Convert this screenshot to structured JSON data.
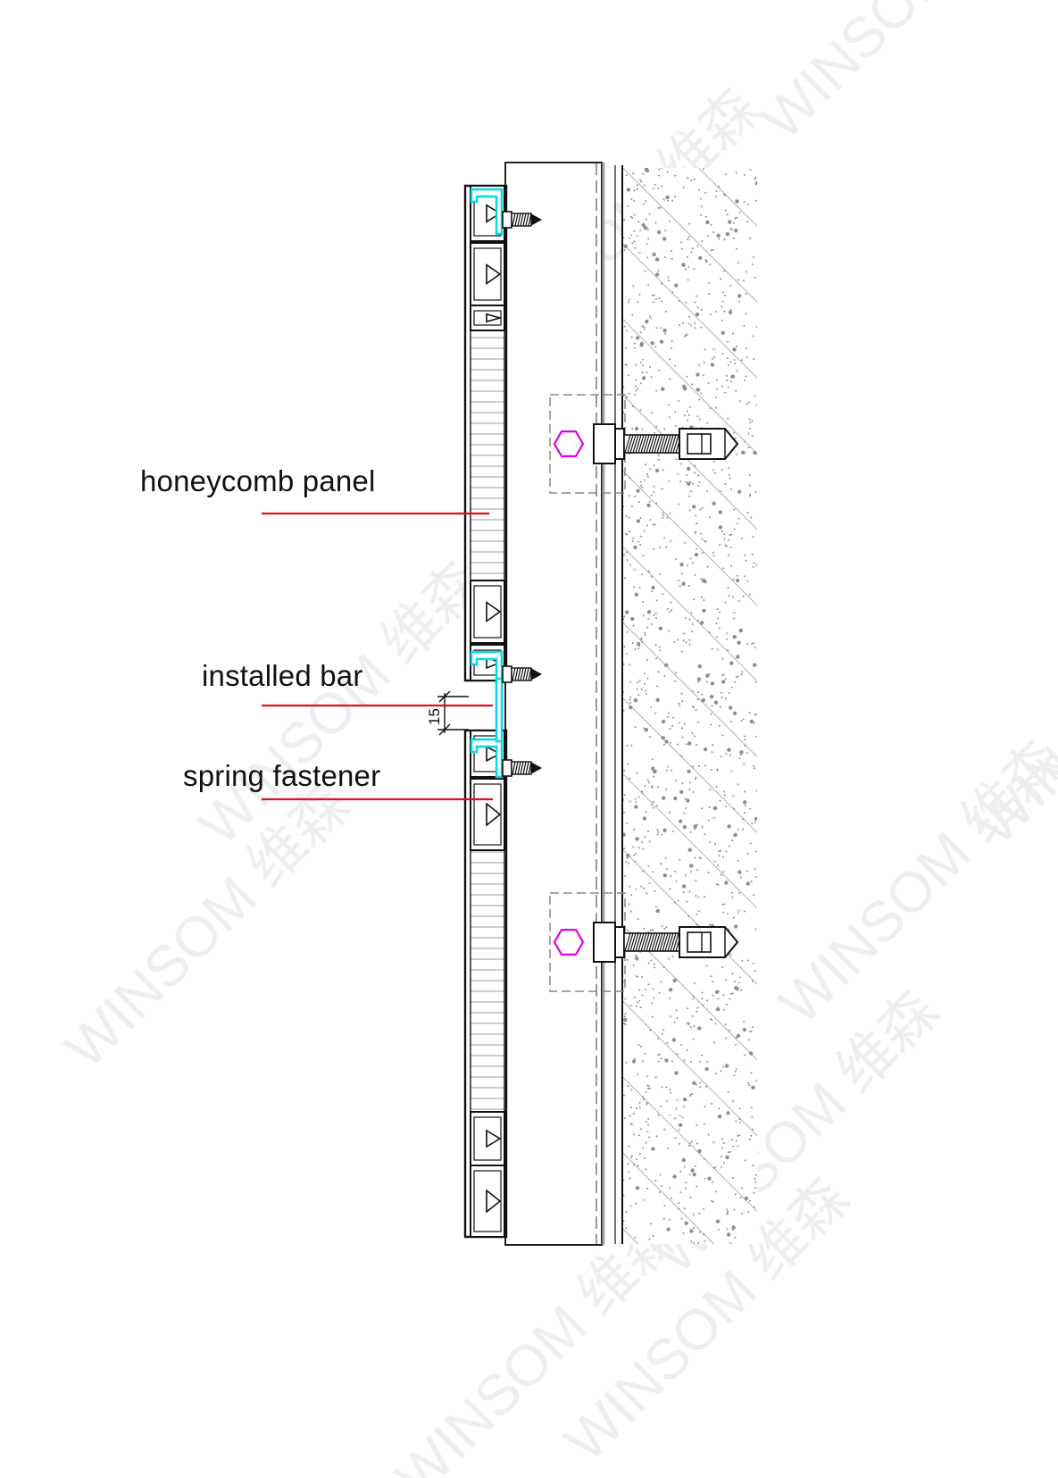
{
  "labels": {
    "honeycomb": "honeycomb panel",
    "installed_bar": "installed bar",
    "spring_fastener": "spring fastener"
  },
  "dimension": {
    "gap_value": "15"
  },
  "watermark": {
    "text": "WINSOM",
    "cjk": "维森"
  },
  "colors": {
    "leader": "#e0101c",
    "bar": "#00d8e8",
    "bolt_head": "#e000e0",
    "line": "#111111",
    "hatch": "#8a8a8a",
    "watermark": "#e6e6e6"
  },
  "icons": [
    "screw-icon",
    "anchor-bolt-icon",
    "hex-nut-icon"
  ]
}
